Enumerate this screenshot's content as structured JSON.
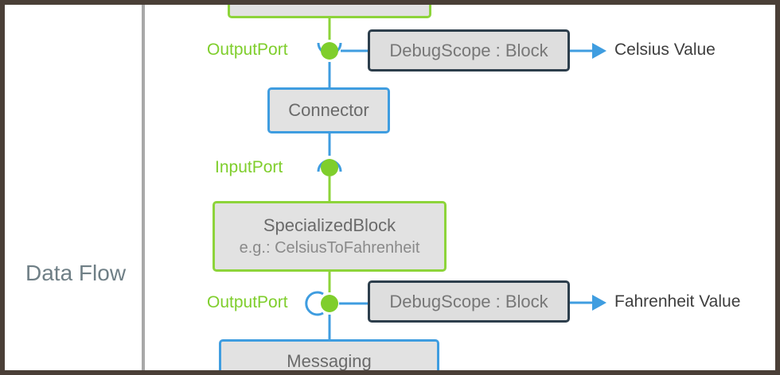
{
  "row_label": "Data Flow",
  "top_block": {
    "label": ""
  },
  "ports": {
    "output_1": "OutputPort",
    "input_1": "InputPort",
    "output_2": "OutputPort"
  },
  "connector": {
    "label": "Connector"
  },
  "specialized_block": {
    "title": "SpecializedBlock",
    "subtitle": "e.g.: CelsiusToFahrenheit"
  },
  "messaging": {
    "label": "Messaging"
  },
  "debug_scopes": [
    {
      "label": "DebugScope : Block",
      "output": "Celsius Value"
    },
    {
      "label": "DebugScope : Block",
      "output": "Fahrenheit Value"
    }
  ],
  "colors": {
    "green": "#8dd43a",
    "blue": "#3f9de0",
    "dark_border": "#2d3e4c",
    "port_label": "#7fce2c",
    "box_fill": "#e2e2e2"
  }
}
